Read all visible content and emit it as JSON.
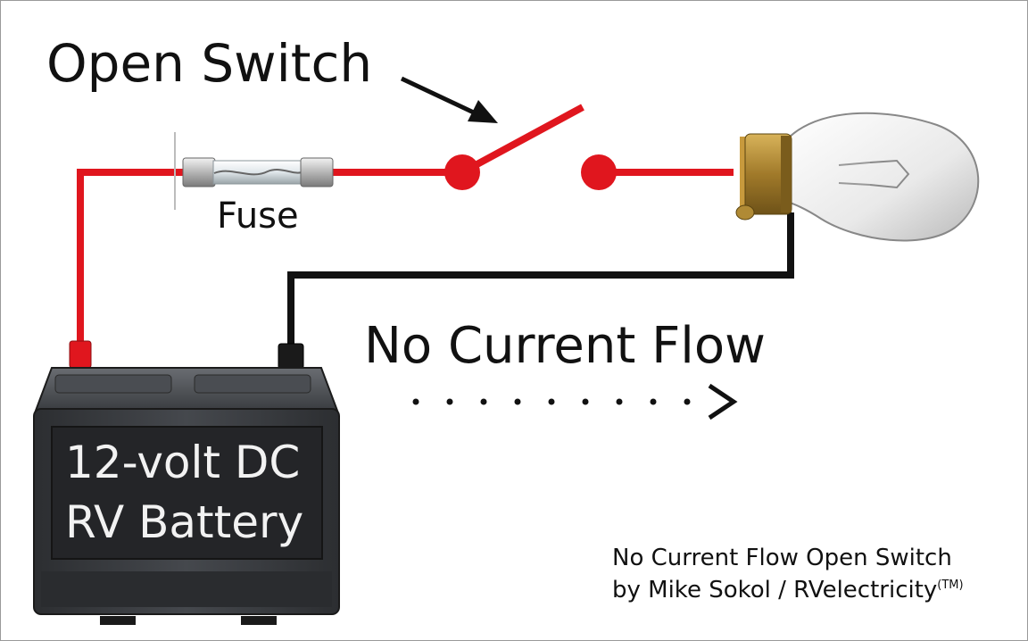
{
  "labels": {
    "switch": "Open Switch",
    "fuse": "Fuse",
    "flow": "No Current Flow"
  },
  "battery": {
    "line1": "12-volt DC",
    "line2": "RV Battery"
  },
  "credit": {
    "line1": "No Current Flow Open Switch",
    "line2": "by Mike Sokol / RVelectricity",
    "trademark": "(TM)"
  },
  "colors": {
    "positive_wire": "#e0161e",
    "negative_wire": "#111111",
    "battery_case": "#3a3d41",
    "bulb_base": "#b08a35"
  },
  "icons": [
    "fuse-icon",
    "switch-icon",
    "bulb-icon",
    "battery-icon",
    "arrow-icon"
  ]
}
